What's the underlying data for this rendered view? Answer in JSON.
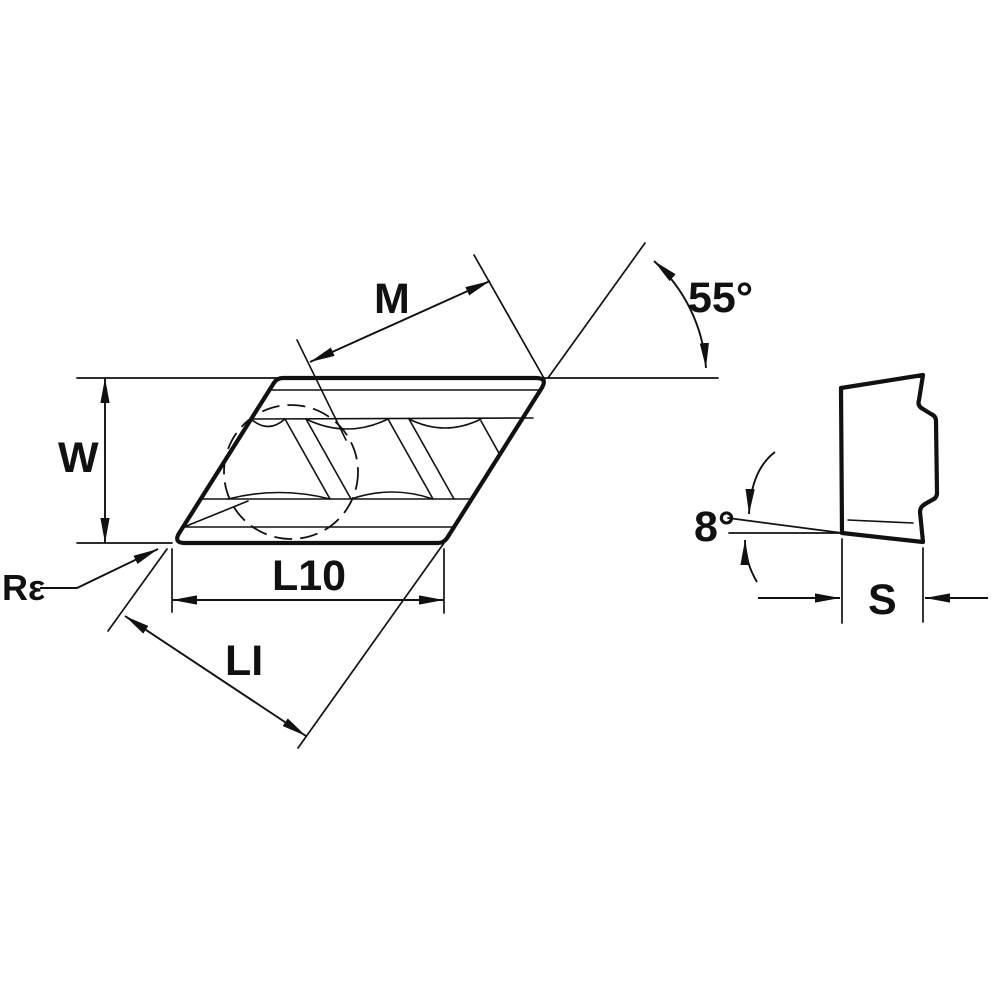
{
  "drawing": {
    "colors": {
      "ink": "#111111",
      "background": "#ffffff"
    },
    "top_view": {
      "dim_w": "W",
      "dim_m": "M",
      "angle_nose": "55°",
      "radius_label": "Rε",
      "dim_l10": "L10",
      "dim_li": "LI"
    },
    "side_view": {
      "angle_clearance": "8°",
      "dim_s": "S"
    }
  }
}
